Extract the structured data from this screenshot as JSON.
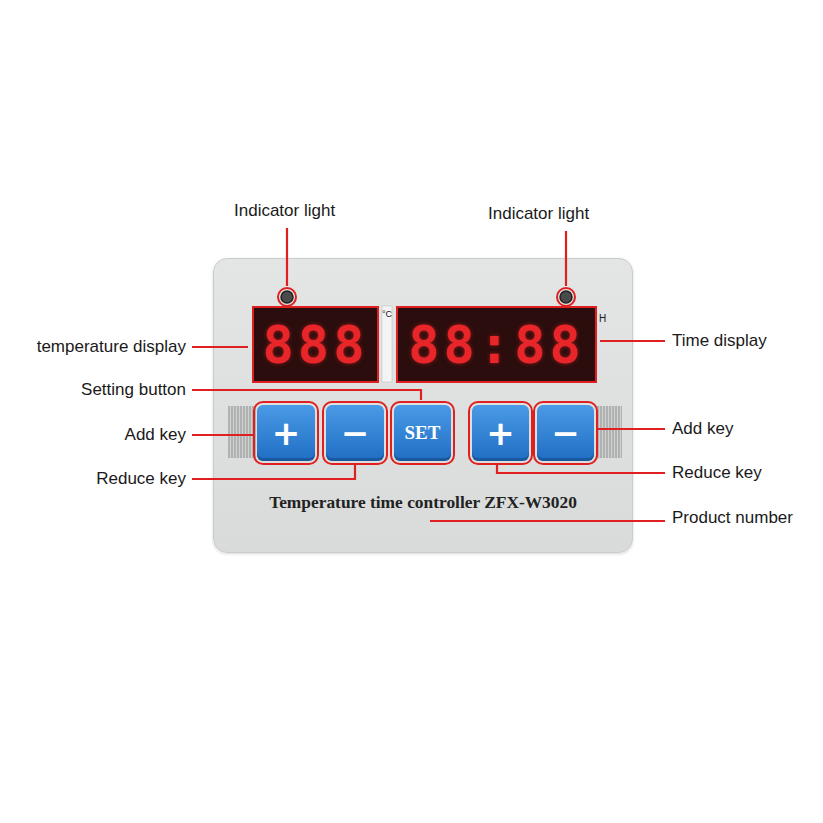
{
  "diagram": {
    "nodes": [
      {
        "text": [
          "Temperature time controller ZFX-W3020"
        ]
      },
      {
        "text": [
          "888"
        ],
        "in": 0
      },
      {
        "text": [
          "88:88"
        ],
        "in": 0
      },
      {
        "text": [
          "+"
        ],
        "in": 0
      },
      {
        "text": [
          "−"
        ],
        "in": 0
      },
      {
        "text": [
          "SET"
        ],
        "in": 0
      },
      {
        "text": [
          "+"
        ],
        "in": 0
      },
      {
        "text": [
          "−"
        ],
        "in": 0
      }
    ],
    "labels": [
      "Indicator light",
      "Indicator light",
      "temperature display",
      "°C",
      "H",
      "Time display",
      "Setting button",
      "Add key",
      "Add key",
      "Reduce key",
      "Reduce key",
      "Product number"
    ]
  }
}
